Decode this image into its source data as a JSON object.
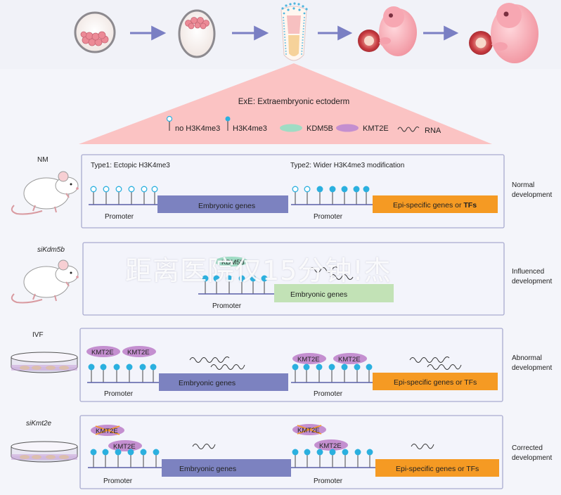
{
  "header": {
    "exe_label": "ExE: Extraembryonic ectoderm",
    "legend": {
      "no_h3k4me3": "no H3K4me3",
      "h3k4me3": "H3K4me3",
      "kdm5b": "KDM5B",
      "kmt2e": "KMT2E",
      "rna": "RNA"
    }
  },
  "rows": [
    {
      "id": "nm",
      "condition": "NM",
      "type1_label": "Type1: Ectopic H3K4me3",
      "type2_label": "Type2: Wider H3K4me3 modification",
      "promoter_label": "Promoter",
      "embryonic_genes": "Embryonic genes",
      "epi_genes_prefix": "Epi-specific genes or ",
      "epi_genes_bold": "TFs",
      "outcome": [
        "Normal",
        "development"
      ]
    },
    {
      "id": "sikdm5b",
      "condition": "siKdm5b",
      "kdm5b_label": "KDM5B",
      "promoter_label": "Promoter",
      "embryonic_genes": "Embryonic genes",
      "outcome": [
        "Influenced",
        "development"
      ]
    },
    {
      "id": "ivf",
      "condition": "IVF",
      "kmt2e_label": "KMT2E",
      "promoter_label": "Promoter",
      "embryonic_genes": "Embryonic genes",
      "epi_genes": "Epi-specific genes or TFs",
      "outcome": [
        "Abnormal",
        "development"
      ]
    },
    {
      "id": "sikmt2e",
      "condition": "siKmt2e",
      "kmt2e_label": "KMT2E",
      "promoter_label": "Promoter",
      "embryonic_genes": "Embryonic genes",
      "epi_genes": "Epi-specific genes or TFs",
      "outcome": [
        "Corrected",
        "development"
      ]
    }
  ],
  "watermark": "距离医院仅15分钟!杰",
  "colors": {
    "background": "#f4f5fa",
    "panel_border": "#a9abcf",
    "embryonic_bar": "#7c82c0",
    "epi_bar": "#f59a23",
    "sikdm5b_bar": "#c2e2b6",
    "pin": "#2bb0df",
    "kmt2e": "#c48fd0",
    "kdm5b": "#9fdcc4",
    "exe_triangle": "#fbc3c3",
    "arrow": "#7a7fc3"
  }
}
